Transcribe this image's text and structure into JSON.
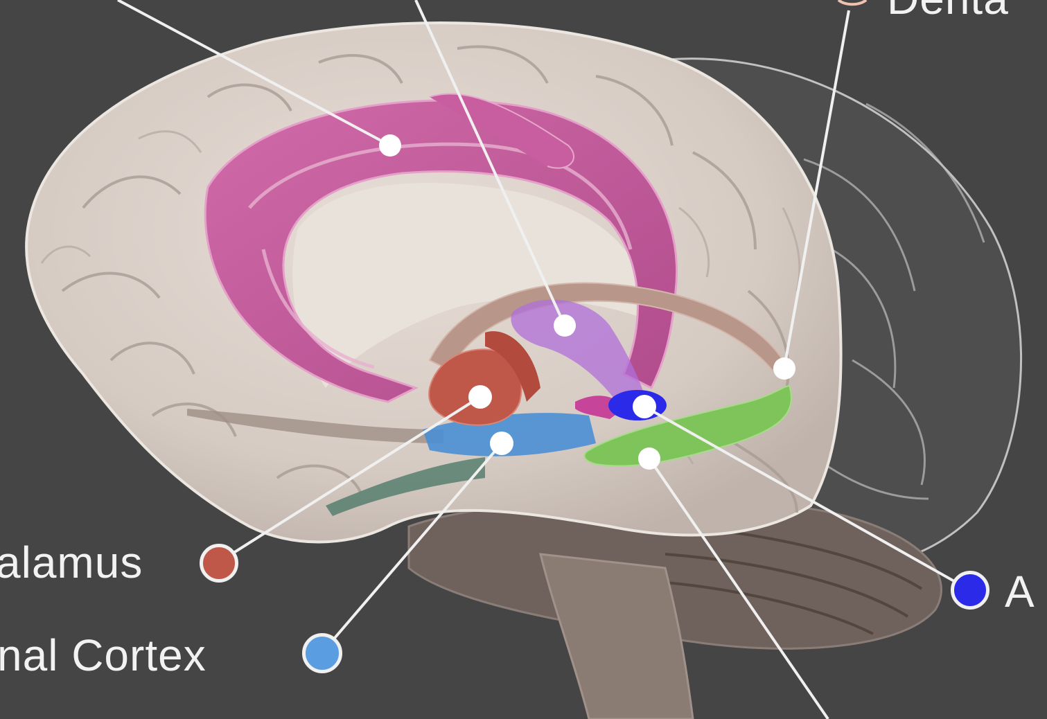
{
  "labels": {
    "hypothalamus": "alamus",
    "entorhinal_cortex": "nal Cortex",
    "amygdala": "A",
    "dentate": "Denta"
  },
  "colors": {
    "background": "#454545",
    "cingulate_gyrus": "#c3559a",
    "hypothalamus": "#c0584a",
    "entorhinal_cortex": "#4a8fd4",
    "amygdala": "#2a2ae8",
    "hippocampus": "#7ec45a",
    "fornix": "#b06fd9",
    "brain": "#d9cfc8",
    "leader_line": "#f0f0f0"
  }
}
